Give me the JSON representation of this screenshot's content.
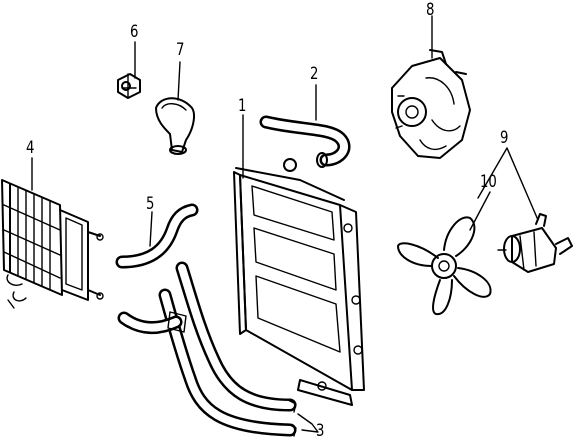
{
  "diagram": {
    "parts": [
      {
        "id": "radiator",
        "callout": "1"
      },
      {
        "id": "upper-hose",
        "callout": "2"
      },
      {
        "id": "lower-hoses",
        "callout": "3"
      },
      {
        "id": "oil-cooler",
        "callout": "4"
      },
      {
        "id": "bypass-hose",
        "callout": "5"
      },
      {
        "id": "thermo-switch",
        "callout": "6"
      },
      {
        "id": "water-outlet",
        "callout": "7"
      },
      {
        "id": "water-pump",
        "callout": "8"
      },
      {
        "id": "fan-motor",
        "callout": "9"
      },
      {
        "id": "fan-blade",
        "callout": "10"
      }
    ]
  }
}
